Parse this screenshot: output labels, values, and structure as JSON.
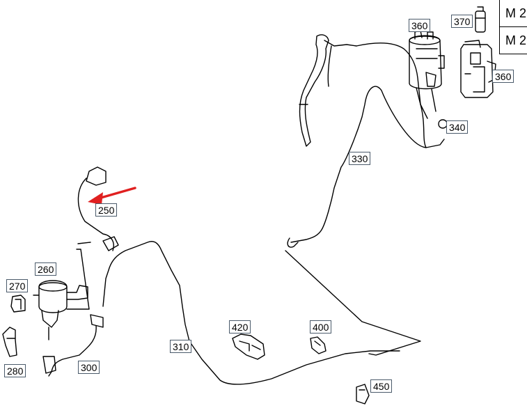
{
  "callouts": {
    "c360a": "360",
    "c370": "370",
    "c360b": "360",
    "c340": "340",
    "c330": "330",
    "c250": "250",
    "c260": "260",
    "c270": "270",
    "c280": "280",
    "c300": "300",
    "c310": "310",
    "c420": "420",
    "c400": "400",
    "c450": "450"
  },
  "legend": [
    "M 2",
    "M 2"
  ],
  "colors": {
    "line": "#000000",
    "arrow": "#e02020",
    "callout_border": "#4a5a6a"
  }
}
